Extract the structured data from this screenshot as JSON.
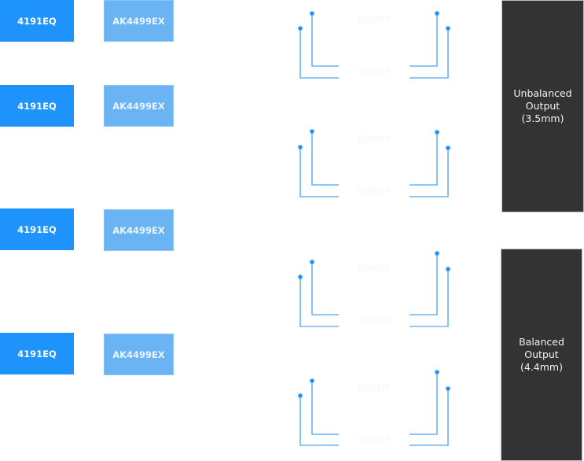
{
  "diagram": {
    "colors": {
      "eq_block": "#1e93fb",
      "dac_block": "#6bb4f3",
      "output_block": "#333333",
      "wire": "#6bb4f3",
      "node": "#1e93fb"
    },
    "channels": [
      {
        "eq_label": "4191EQ",
        "dac_label": "AK4499EX"
      },
      {
        "eq_label": "4191EQ",
        "dac_label": "AK4499EX"
      },
      {
        "eq_label": "4191EQ",
        "dac_label": "AK4499EX"
      },
      {
        "eq_label": "4191EQ",
        "dac_label": "AK4499EX"
      }
    ],
    "opamp_stages": [
      {
        "upper_label": "OPAMP",
        "lower_label": "OPAMP"
      },
      {
        "upper_label": "OPAMP",
        "lower_label": "OPAMP"
      },
      {
        "upper_label": "OPAMP",
        "lower_label": "OPAMP"
      },
      {
        "upper_label": "OPAMP",
        "lower_label": "OPAMP"
      }
    ],
    "outputs": [
      {
        "label": "Unbalanced\nOutput\n(3.5mm)"
      },
      {
        "label": "Balanced\nOutput\n(4.4mm)"
      }
    ]
  }
}
